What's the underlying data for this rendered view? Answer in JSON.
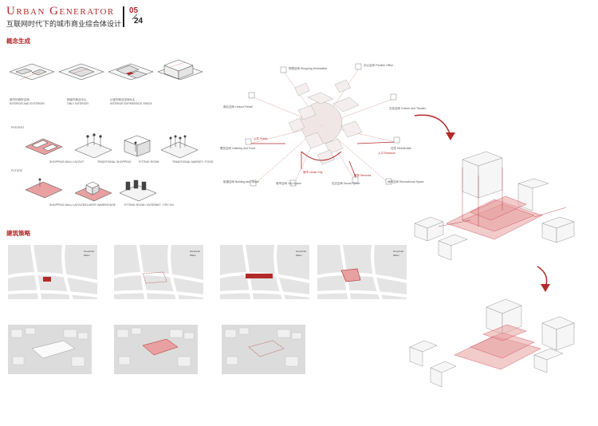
{
  "header": {
    "title": "Urban Generator",
    "subtitle": "互联网时代下的城市商业综合体设计",
    "page_current": "05",
    "page_total": "24"
  },
  "sections": {
    "concept": "概念生成",
    "strategy": "建筑策略"
  },
  "concept_row": {
    "captions": [
      {
        "cn": "室内外城市空间",
        "en": "INTERIOR AND EXTERIOR"
      },
      {
        "cn": "纯室内商业中心",
        "en": "ONLY INTERIOR"
      },
      {
        "cn": "以室内商业空间为主",
        "en": "INTERIOR EXPERIENCE SPACE"
      }
    ]
  },
  "compare": {
    "present_label": "PRESENT",
    "future_label": "FUTURE",
    "present_captions": [
      "SHOPPING MALL LAYOUT",
      "TRADITIONAL SHOPPING",
      "FITTING ROOM",
      "TRADITIONAL MARKET / FOOD"
    ],
    "future_captions": [
      "SHOPPING MALL LAYOUT",
      "DELIVERY WAREHOUSE",
      "FITTING ROOM / INTERNET / TRY ON"
    ]
  },
  "network_labels": [
    "购物空间 Shopping Destination",
    "办公空间 Flexible Office",
    "商业空间 Leisure Retail",
    "文化空间 Culture and Theater",
    "餐饮空间 Catering and Food",
    "住宅 Residential",
    "城市空间 City Space",
    "社交空间 Social Space",
    "街道空间 Building and Street",
    "休闲空间 Recreational Space",
    "城市 Urban City",
    "服务 Services",
    "公共 Public",
    "入口 Entrance"
  ],
  "map_legend": [
    "Greenbelt",
    "Water"
  ],
  "colors": {
    "accent": "#b32a2a",
    "highlight": "#e8a0a0",
    "map_bg": "#e4e4e4",
    "road": "#ffffff"
  }
}
